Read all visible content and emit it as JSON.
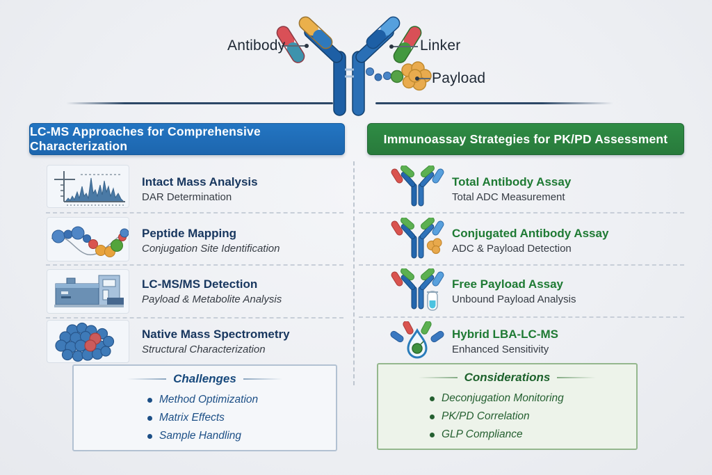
{
  "diagram": {
    "antibody_label": "Antibody",
    "linker_label": "Linker",
    "payload_label": "Payload",
    "structure_icon": "adc-antibody-structure-icon"
  },
  "left": {
    "header": "LC-MS Approaches for Comprehensive Characterization",
    "accent_color": "#1d66ae",
    "title_color": "#17365e",
    "items": [
      {
        "icon": "chromatogram-icon",
        "title": "Intact Mass Analysis",
        "subtitle": "DAR Determination"
      },
      {
        "icon": "peptide-chain-icon",
        "title": "Peptide Mapping",
        "subtitle": "Conjugation Site Identification"
      },
      {
        "icon": "ms-instrument-icon",
        "title": "LC-MS/MS Detection",
        "subtitle": "Payload & Metabolite Analysis"
      },
      {
        "icon": "molecule-cluster-icon",
        "title": "Native Mass Spectrometry",
        "subtitle": "Structural Characterization"
      }
    ],
    "box": {
      "title": "Challenges",
      "bullets": [
        "Method Optimization",
        "Matrix Effects",
        "Sample Handling"
      ]
    }
  },
  "right": {
    "header": "Immunoassay Strategies for PK/PD Assessment",
    "accent_color": "#287a3b",
    "title_color": "#1e7a33",
    "items": [
      {
        "icon": "antibody-icon",
        "title": "Total Antibody Assay",
        "subtitle": "Total ADC Measurement"
      },
      {
        "icon": "antibody-payload-icon",
        "title": "Conjugated Antibody Assay",
        "subtitle": "ADC & Payload Detection"
      },
      {
        "icon": "antibody-tube-icon",
        "title": "Free Payload Assay",
        "subtitle": "Unbound Payload Analysis"
      },
      {
        "icon": "droplet-icon",
        "title": "Hybrid LBA-LC-MS",
        "subtitle": "Enhanced Sensitivity"
      }
    ],
    "box": {
      "title": "Considerations",
      "bullets": [
        "Deconjugation Monitoring",
        "PK/PD Correlation",
        "GLP Compliance"
      ]
    }
  }
}
